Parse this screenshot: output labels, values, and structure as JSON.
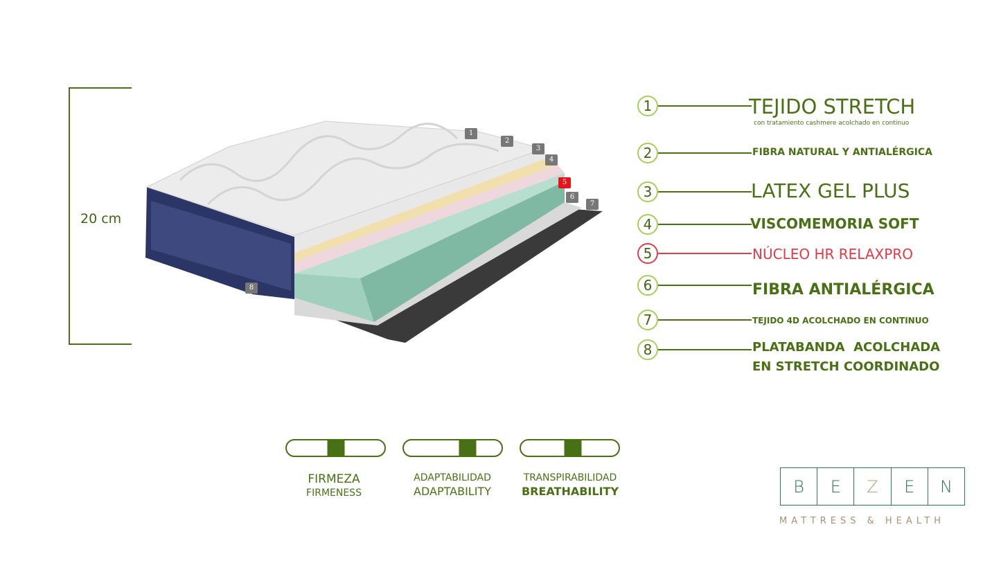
{
  "height_label": "20 cm",
  "badges": [
    "1",
    "2",
    "3",
    "4",
    "5",
    "6",
    "7",
    "8"
  ],
  "layers": [
    {
      "num": "1",
      "title": "TEJIDO STRETCH",
      "subtitle": "con tratamiento cashmere acolchado en continuo"
    },
    {
      "num": "2",
      "title": "FIBRA NATURAL Y ANTIALÉRGICA"
    },
    {
      "num": "3",
      "title": "LATEX GEL PLUS"
    },
    {
      "num": "4",
      "title": "VISCOMEMORIA SOFT"
    },
    {
      "num": "5",
      "title": "NÚCLEO HR RELAXPRO",
      "highlight": true
    },
    {
      "num": "6",
      "title": "FIBRA ANTIALÉRGICA"
    },
    {
      "num": "7",
      "title": "TEJIDO 4D ACOLCHADO EN CONTINUO"
    },
    {
      "num": "8",
      "title": "PLATABANDA  ACOLCHADA",
      "title2": "EN STRETCH COORDINADO"
    }
  ],
  "meters": [
    {
      "es": "FIRMEZA",
      "en": "FIRMENESS",
      "level": 0.5
    },
    {
      "es": "ADAPTABILIDAD",
      "en": "ADAPTABILITY",
      "level": 0.65
    },
    {
      "es": "TRANSPIRABILIDAD",
      "en": "BREATHABILITY",
      "level": 0.53
    }
  ],
  "logo": {
    "letters": [
      "B",
      "E",
      "Z",
      "E",
      "N"
    ],
    "tagline": "MATTRESS & HEALTH"
  },
  "colors": {
    "green": "#4a7016",
    "light_green": "#a6cf5a",
    "red": "#e03a48",
    "navy": "#2b3566"
  }
}
